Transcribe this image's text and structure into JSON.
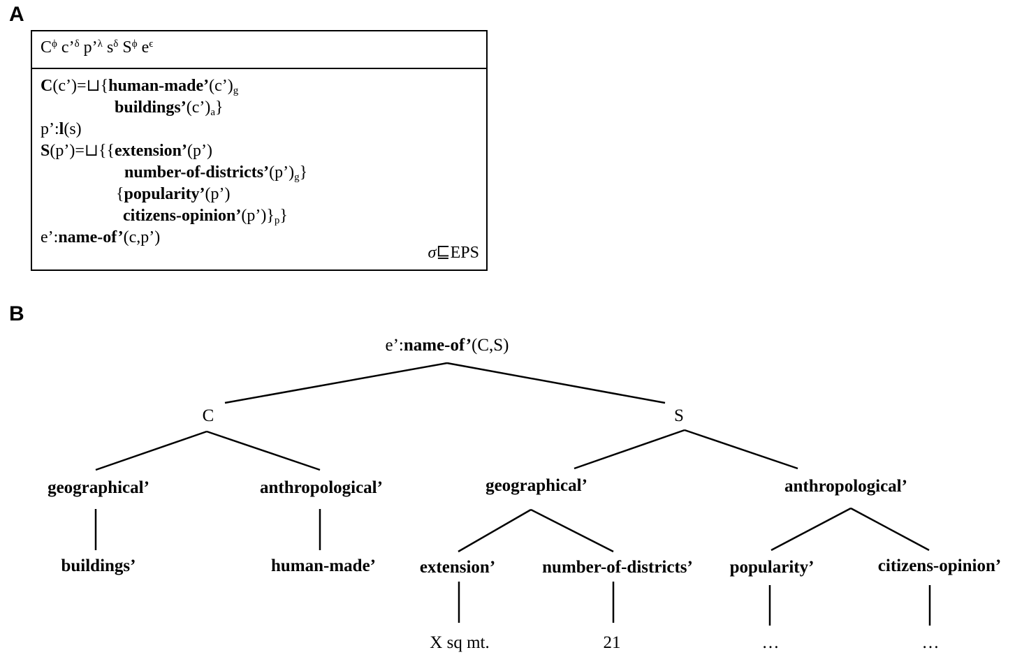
{
  "panels": {
    "a": "A",
    "b": "B"
  },
  "drs": {
    "header": {
      "c1": "C",
      "c1_sup": "ϕ",
      "c2": "c’",
      "c2_sup": "δ",
      "c3": "p’",
      "c3_sup": "λ",
      "c4": "s",
      "c4_sup": "δ",
      "c5": "S",
      "c5_sup": "ϕ",
      "c6": "e",
      "c6_sup": "ϵ"
    },
    "l1_head": "C",
    "l1_a": "(c’)=⊔{",
    "l1_b": "human-made’",
    "l1_c": "(c’)",
    "l1_sub": "g",
    "l2_b": "buildings’",
    "l2_c": "(c’)",
    "l2_sub": "a",
    "l2_d": "}",
    "l3_a": "p’:",
    "l3_b": "l",
    "l3_c": "(s)",
    "l4_head": "S",
    "l4_a": "(p’)=⊔{{",
    "l4_b": "extension’",
    "l4_c": "(p’)",
    "l5_b": "number-of-districts’",
    "l5_c": "(p’)",
    "l5_sub": "g",
    "l5_d": "}",
    "l6_a": "{",
    "l6_b": "popularity’",
    "l6_c": "(p’)",
    "l7_b": "citizens-opinion’",
    "l7_c": "(p’)}",
    "l7_sub": "p",
    "l7_d": "}",
    "l8_a": "e’:",
    "l8_b": "name-of’",
    "l8_c": "(c,p’)",
    "footer_sigma": "σ",
    "footer_rest": "⊑EPS"
  },
  "tree": {
    "root_prefix": "e’:",
    "root_bold": "name-of’",
    "root_suffix": "(C,S)",
    "c": "C",
    "s": "S",
    "c_geo": "geographical’",
    "c_anth": "anthropological’",
    "c_geo_leaf": "buildings’",
    "c_anth_leaf": "human-made’",
    "s_geo": "geographical’",
    "s_anth": "anthropological’",
    "ext": "extension’",
    "nod": "number-of-districts’",
    "pop": "popularity’",
    "cit": "citizens-opinion’",
    "ext_val": "X sq mt.",
    "nod_val": "21",
    "pop_val": "…",
    "cit_val": "…"
  }
}
